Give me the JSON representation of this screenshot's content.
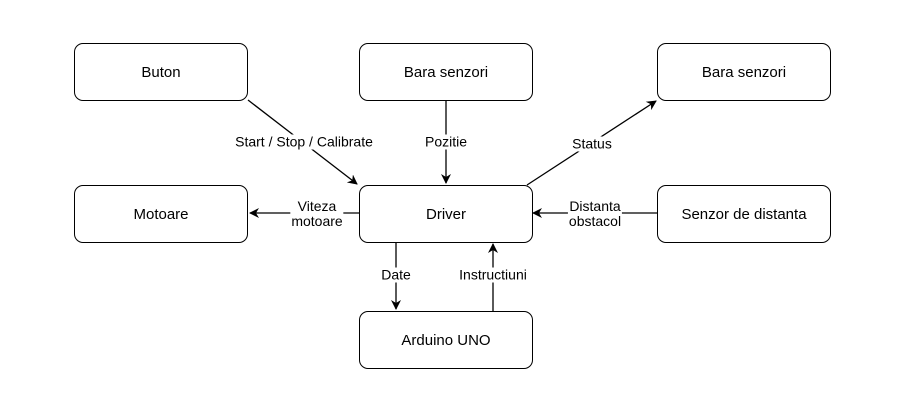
{
  "nodes": {
    "buton": "Buton",
    "bara_senzori_top": "Bara senzori",
    "bara_senzori_right": "Bara senzori",
    "motoare": "Motoare",
    "driver": "Driver",
    "senzor_distanta": "Senzor de distanta",
    "arduino": "Arduino UNO"
  },
  "edges": {
    "buton_driver": "Start / Stop / Calibrate",
    "bara_driver": "Pozitie",
    "driver_bara_right": "Status",
    "driver_motoare": "Viteza\nmotoare",
    "senzor_driver": "Distanta\nobstacol",
    "driver_arduino": "Date",
    "arduino_driver": "Instructiuni"
  }
}
